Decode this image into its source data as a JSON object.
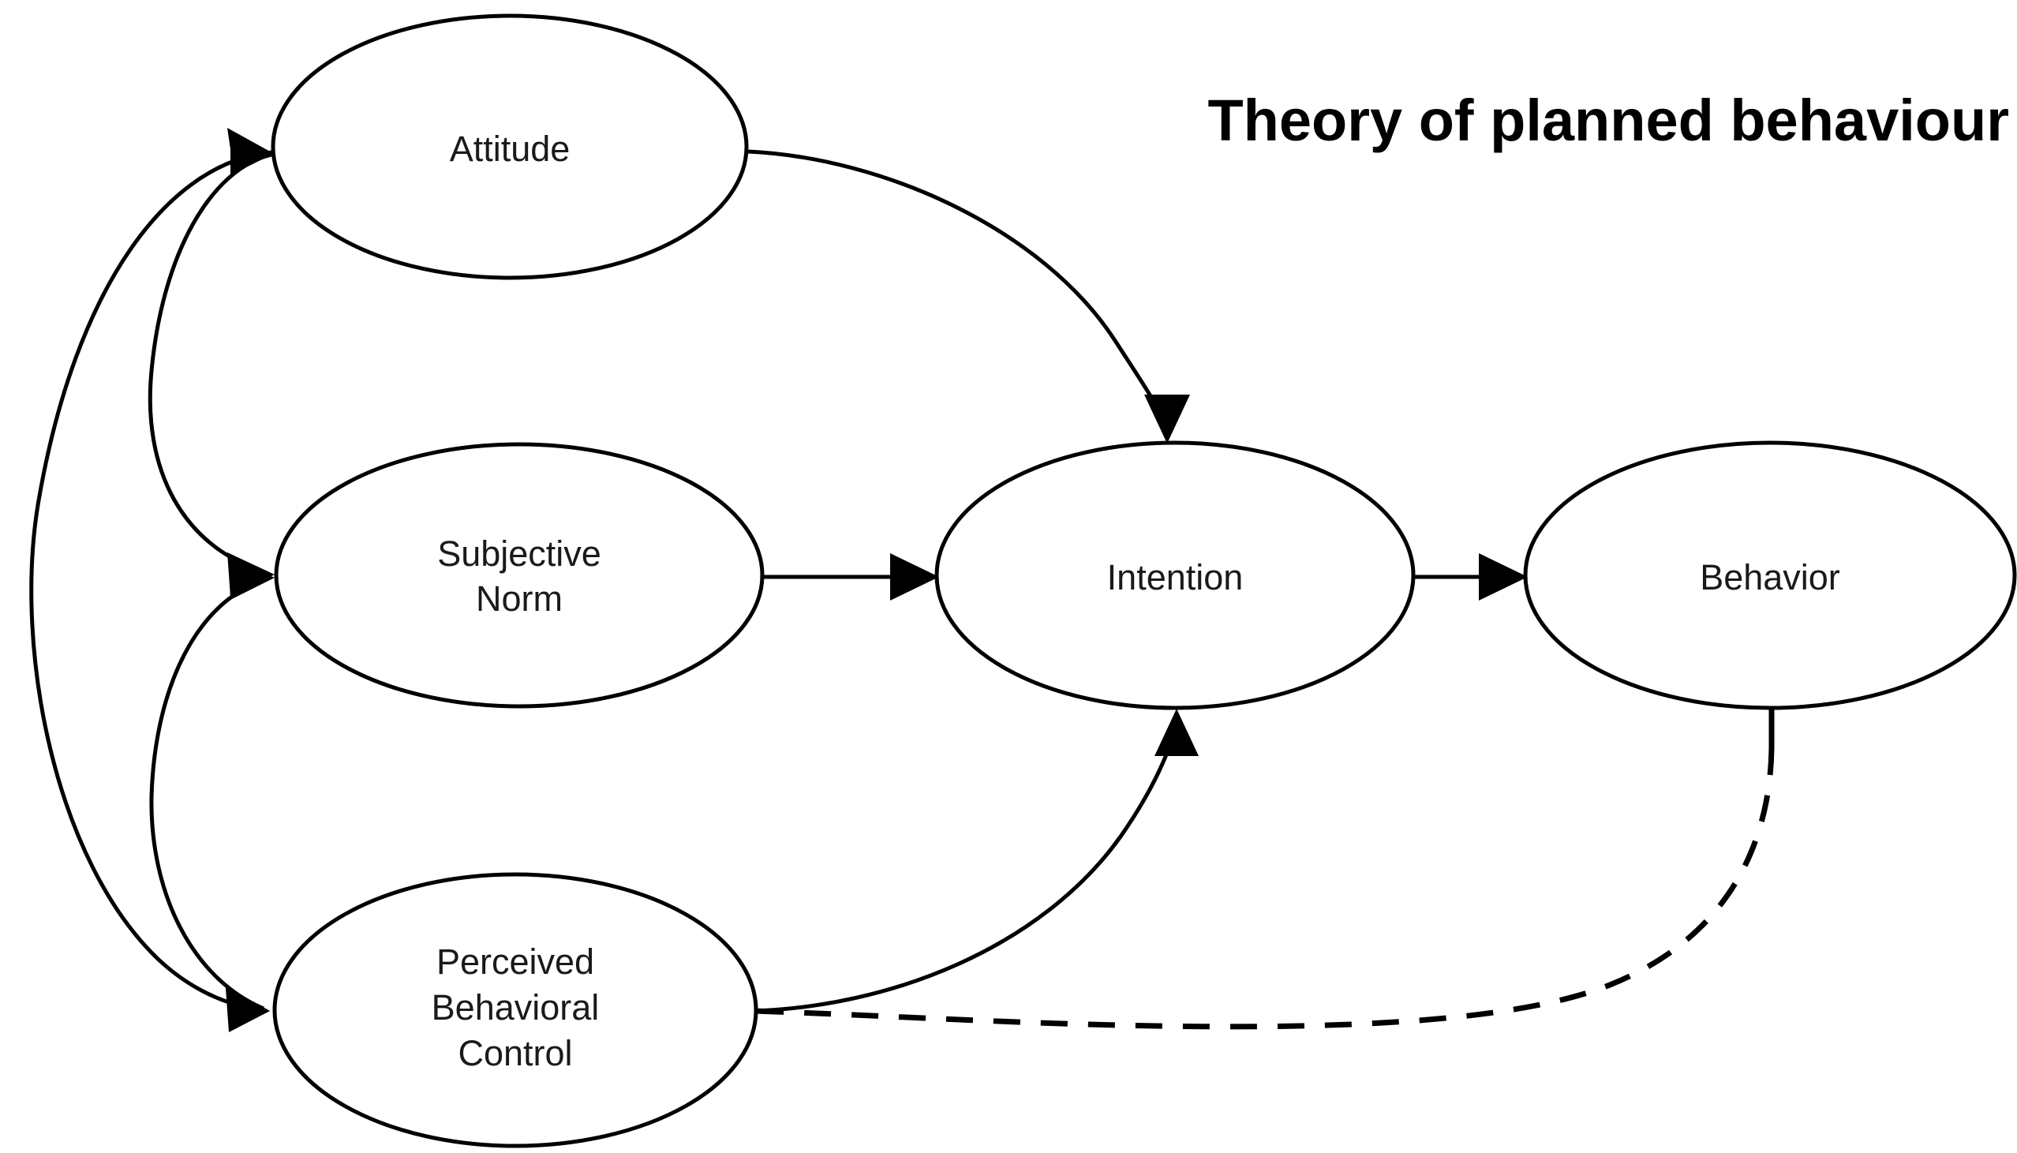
{
  "title": "Theory of planned behaviour",
  "colors": {
    "background": "#ffffff",
    "stroke": "#000000",
    "text": "#1a1a1a",
    "title": "#000000"
  },
  "nodes": [
    {
      "id": "attitude",
      "label": "Attitude",
      "lines": [
        "Attitude"
      ]
    },
    {
      "id": "subjective-norm",
      "label": "Subjective Norm",
      "lines": [
        "Subjective",
        "Norm"
      ]
    },
    {
      "id": "perceived-behavioral-control",
      "label": "Perceived Behavioral Control",
      "lines": [
        "Perceived",
        "Behavioral",
        "Control"
      ]
    },
    {
      "id": "intention",
      "label": "Intention",
      "lines": [
        "Intention"
      ]
    },
    {
      "id": "behavior",
      "label": "Behavior",
      "lines": [
        "Behavior"
      ]
    }
  ],
  "node_text": {
    "attitude_l1": "Attitude",
    "sn_l1": "Subjective",
    "sn_l2": "Norm",
    "pbc_l1": "Perceived",
    "pbc_l2": "Behavioral",
    "pbc_l3": "Control",
    "intention_l1": "Intention",
    "behavior_l1": "Behavior"
  },
  "edges": [
    {
      "id": "attitude-to-intention",
      "from": "attitude",
      "to": "intention",
      "style": "solid",
      "arrow": "single"
    },
    {
      "id": "subjective-norm-to-intention",
      "from": "subjective-norm",
      "to": "intention",
      "style": "solid",
      "arrow": "single"
    },
    {
      "id": "pbc-to-intention",
      "from": "perceived-behavioral-control",
      "to": "intention",
      "style": "solid",
      "arrow": "single"
    },
    {
      "id": "intention-to-behavior",
      "from": "intention",
      "to": "behavior",
      "style": "solid",
      "arrow": "single"
    },
    {
      "id": "behavior-to-pbc",
      "from": "behavior",
      "to": "perceived-behavioral-control",
      "style": "dashed",
      "arrow": "none"
    },
    {
      "id": "attitude-subjective-norm-correlation",
      "from": "attitude",
      "to": "subjective-norm",
      "style": "solid",
      "arrow": "double"
    },
    {
      "id": "subjective-norm-pbc-correlation",
      "from": "subjective-norm",
      "to": "perceived-behavioral-control",
      "style": "solid",
      "arrow": "double"
    },
    {
      "id": "attitude-pbc-correlation",
      "from": "attitude",
      "to": "perceived-behavioral-control",
      "style": "solid",
      "arrow": "double"
    }
  ]
}
